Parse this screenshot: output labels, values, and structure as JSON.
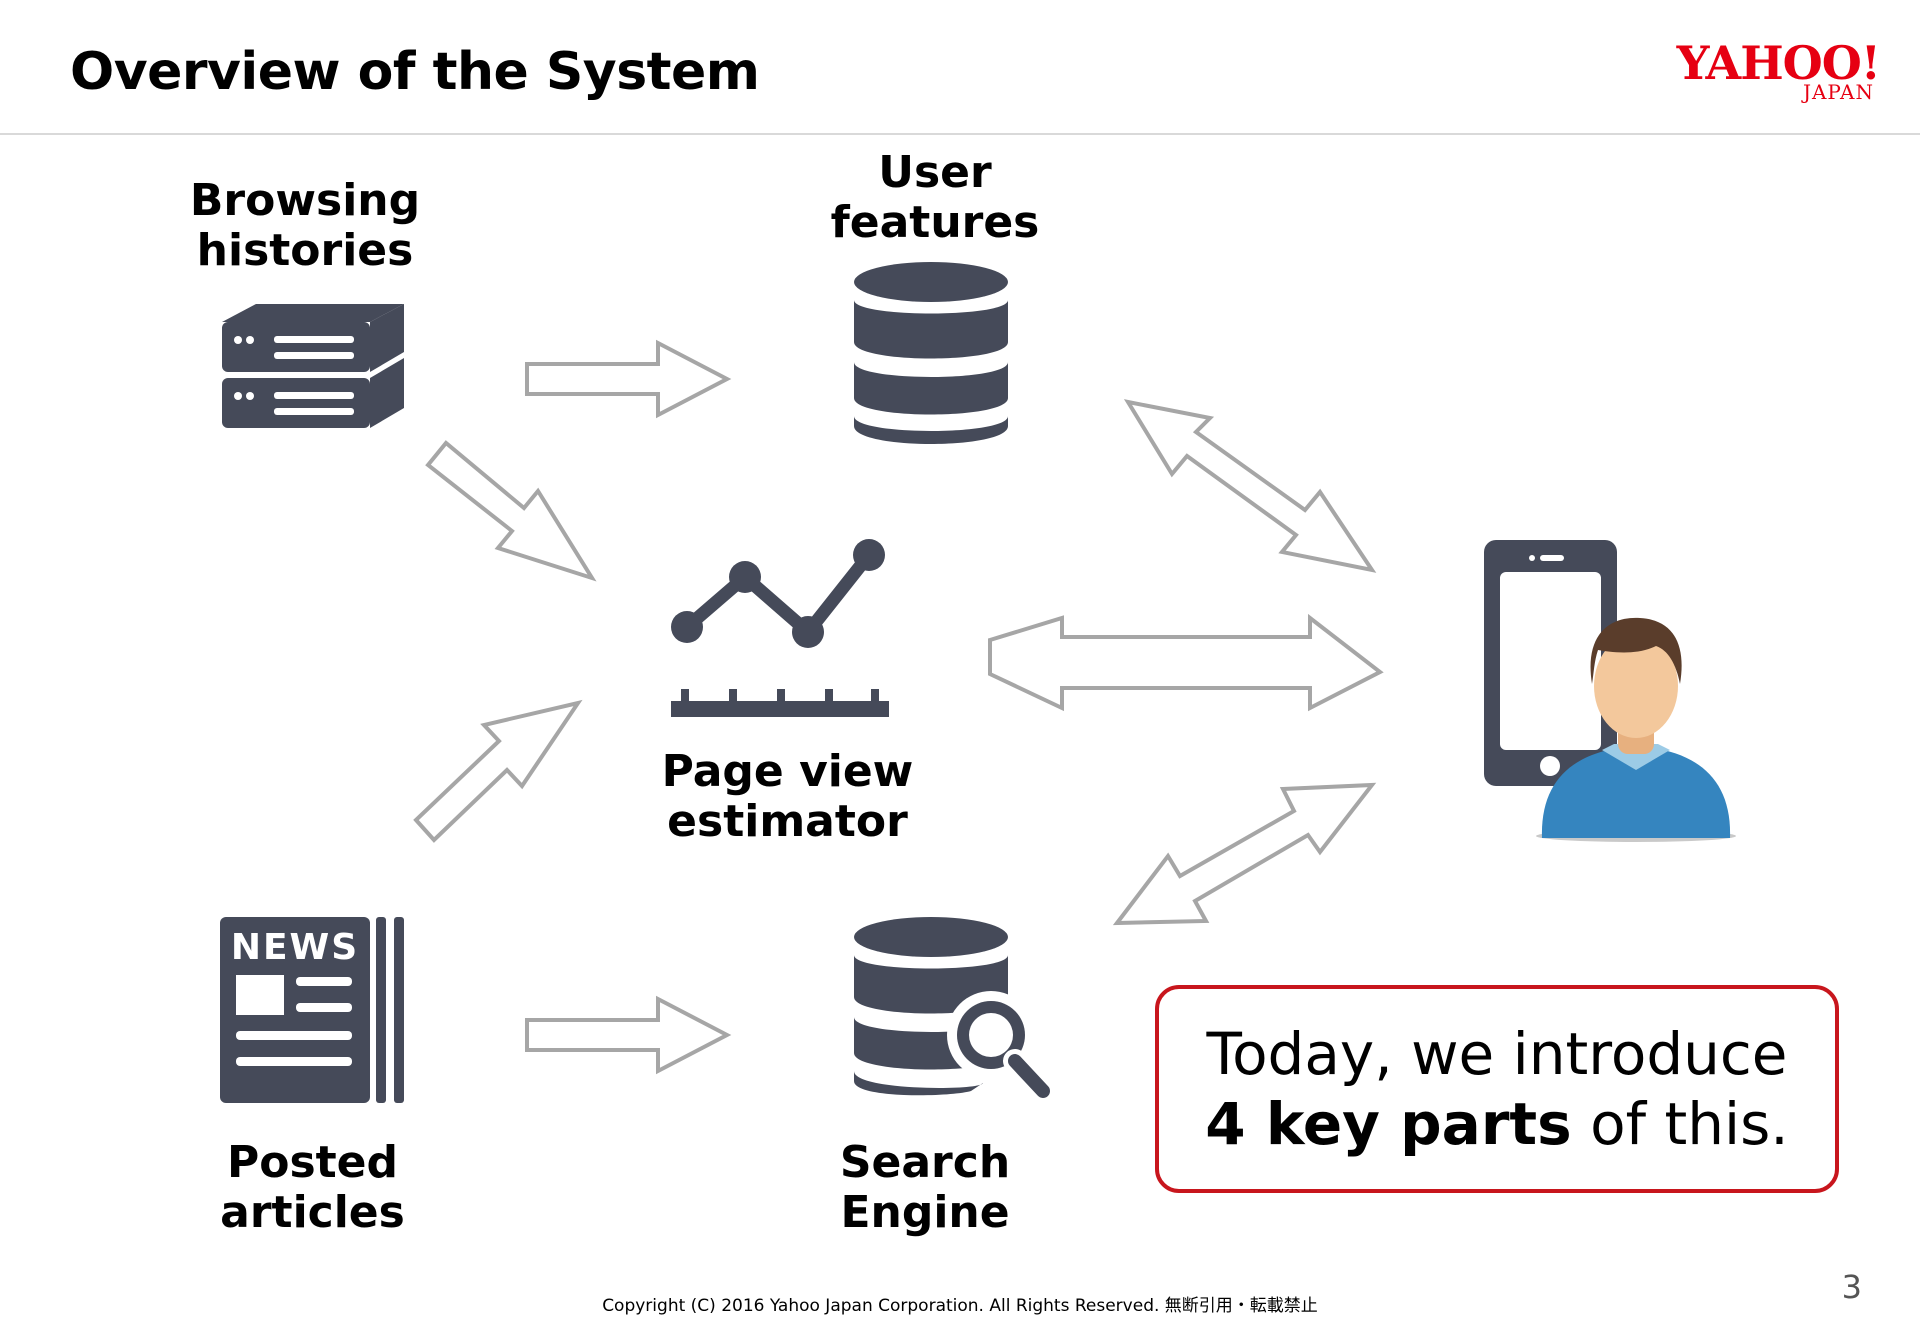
{
  "slide": {
    "title": "Overview of the System",
    "logo": {
      "brand": "YAHOO!",
      "sub": "JAPAN"
    },
    "footer": "Copyright (C) 2016 Yahoo Japan Corporation. All Rights Reserved. 無断引用・転載禁止",
    "page_number": "3"
  },
  "nodes": {
    "browsing": {
      "line1": "Browsing",
      "line2": "histories",
      "icon": "server-icon"
    },
    "user_features": {
      "line1": "User",
      "line2": "features",
      "icon": "database-icon"
    },
    "estimator": {
      "line1": "Page view",
      "line2": "estimator",
      "icon": "line-chart-icon"
    },
    "posted": {
      "line1": "Posted",
      "line2": "articles",
      "icon": "newspaper-icon"
    },
    "search": {
      "line1": "Search",
      "line2": "Engine",
      "icon": "database-search-icon"
    },
    "user": {
      "icon": "smartphone-user-icon"
    },
    "news_text": "NEWS"
  },
  "callout": {
    "line1": "Today, we introduce",
    "line2_bold": "4 key parts",
    "line2_rest": " of this."
  },
  "colors": {
    "icon": "#454a59",
    "arrow_stroke": "#a6a6a6",
    "callout_border": "#c8161d",
    "logo": "#e60012"
  }
}
